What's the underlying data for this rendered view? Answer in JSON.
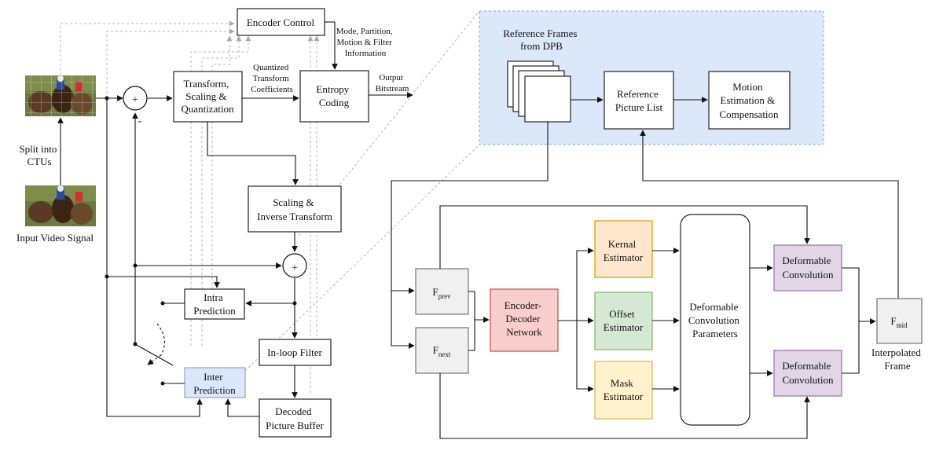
{
  "colors": {
    "highlight_region": "#dbe8f9",
    "highlight_border": "#8aa6c8",
    "inter_prediction_fill": "#dbe8f9",
    "frame_box_fill": "#f0f0f0",
    "encoder_decoder_fill": "#f8cecc",
    "kernal_fill": "#ffe6cc",
    "offset_fill": "#d5e8d4",
    "mask_fill": "#fff2cc",
    "deformable_fill": "#e1d5e7"
  },
  "encoder": {
    "encoder_control": "Encoder Control",
    "transform_lines": [
      "Transform,",
      "Scaling &",
      "Quantization"
    ],
    "entropy_lines": [
      "Entropy",
      "Coding"
    ],
    "scaling_inverse_lines": [
      "Scaling &",
      "Inverse Transform"
    ],
    "intra_lines": [
      "Intra",
      "Prediction"
    ],
    "inter_lines": [
      "Inter",
      "Prediction"
    ],
    "inloop_filter": "In-loop Filter",
    "dpb_lines": [
      "Decoded",
      "Picture Buffer"
    ],
    "mode_info_lines": [
      "Mode, Partition,",
      "Motion & Filter",
      "Information"
    ],
    "quantized_lines": [
      "Quantized",
      "Transform",
      "Coefficients"
    ],
    "output_lines": [
      "Output",
      "Bitstream"
    ],
    "split_lines": [
      "Split into",
      "CTUs"
    ],
    "input_video": "Input Video Signal",
    "plus_symbol": "+",
    "minus_symbol": "-"
  },
  "reference_region": {
    "ref_frames_lines": [
      "Reference Frames",
      "from DPB"
    ],
    "ref_list_lines": [
      "Reference",
      "Picture List"
    ],
    "motion_lines": [
      "Motion",
      "Estimation &",
      "Compensation"
    ]
  },
  "interpolation": {
    "f_prev_main": "F",
    "f_prev_sub": "prev",
    "f_next_main": "F",
    "f_next_sub": "next",
    "encoder_decoder_lines": [
      "Encoder-",
      "Decoder",
      "Network"
    ],
    "kernal_lines": [
      "Kernal",
      "Estimator"
    ],
    "offset_lines": [
      "Offset",
      "Estimator"
    ],
    "mask_lines": [
      "Mask",
      "Estimator"
    ],
    "params_lines": [
      "Deformable",
      "Convolution",
      "Parameters"
    ],
    "deform_top_lines": [
      "Deformable",
      "Convolution"
    ],
    "deform_bottom_lines": [
      "Deformable",
      "Convolution"
    ],
    "f_mid_main": "F",
    "f_mid_sub": "mid",
    "interpolated_lines": [
      "Interpolated",
      "Frame"
    ]
  }
}
